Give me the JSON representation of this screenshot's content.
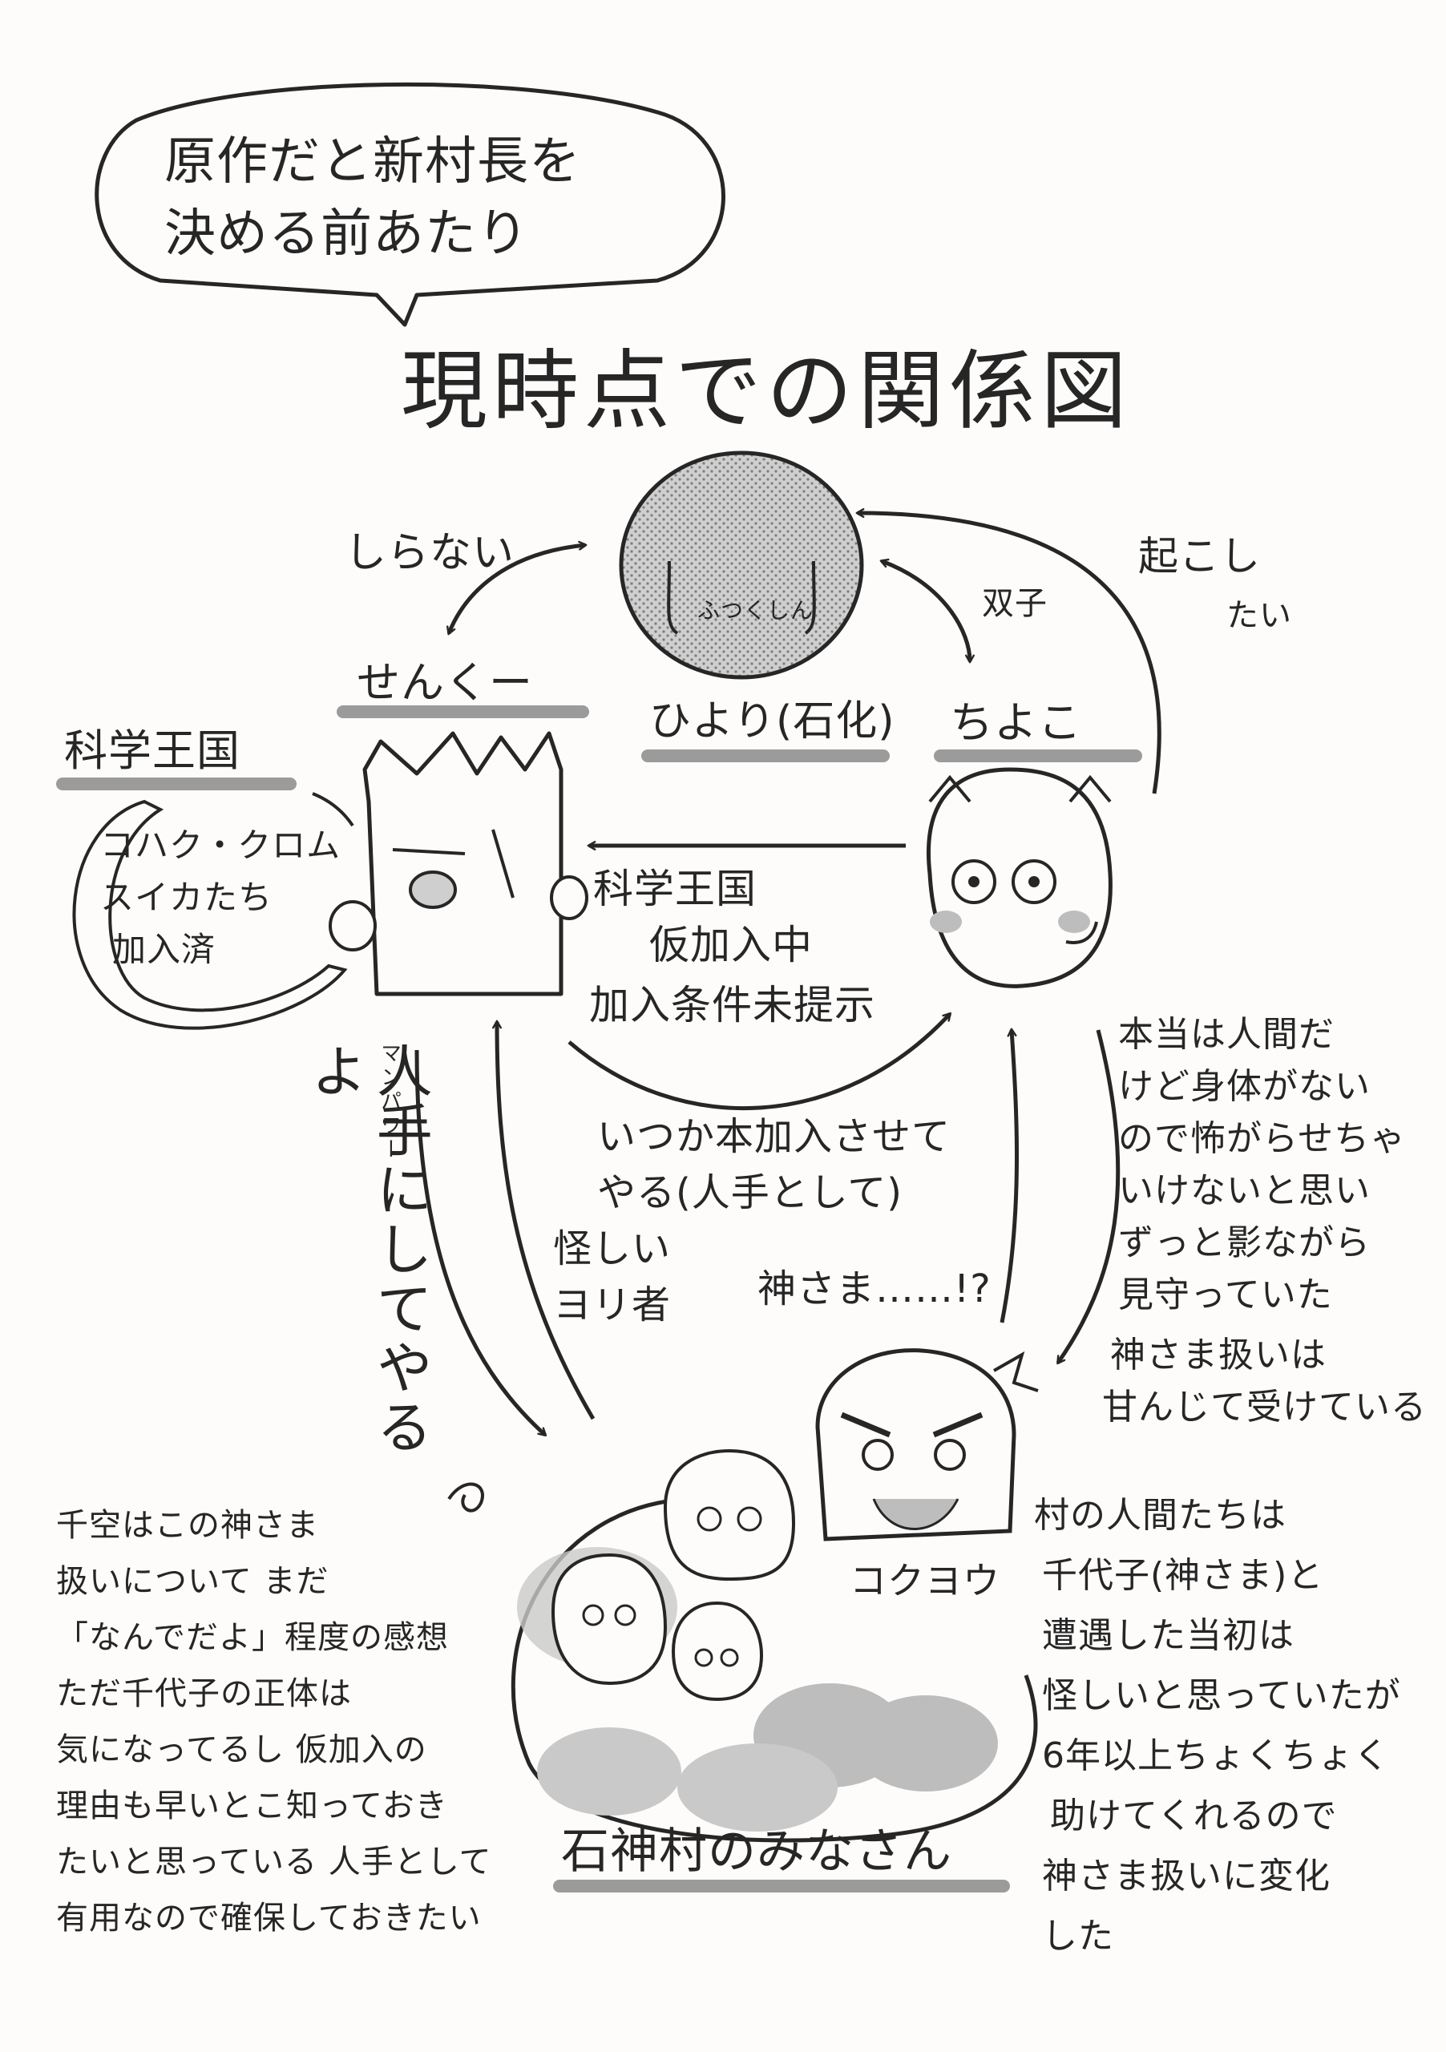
{
  "speech_bubble": {
    "line1": "原作だと新村長を",
    "line2": "決める前あたり"
  },
  "title": "現時点での関係図",
  "nodes": {
    "hiyori": {
      "face": "ふつくしん",
      "label": "ひより(石化)"
    },
    "senku": {
      "label": "せんくー"
    },
    "chiyoko": {
      "label": "ちよこ"
    },
    "kagaku_oukoku": {
      "label": "科学王国",
      "members": [
        "コハク・クロム",
        "スイカたち",
        "加入済"
      ]
    },
    "villagers": {
      "label": "石神村のみなさん",
      "kokuyou": "コクヨウ"
    }
  },
  "edges": {
    "shiranai": "しらない",
    "futago": "双子",
    "okoshitai": [
      "起こし",
      "たい"
    ],
    "kari_kanyu": [
      "科学王国",
      "仮加入中",
      "加入条件未提示"
    ],
    "honkanyu": [
      "いつか本加入させて",
      "やる(人手として)"
    ],
    "hitode": "人手にしてやるよ",
    "manpower": "マンパワー",
    "ayashii": [
      "怪しい",
      "ヨリ者"
    ],
    "kamisama": "神さま……!?"
  },
  "notes": {
    "right_top": [
      "本当は人間だ",
      "けど身体がない",
      "ので怖がらせちゃ",
      "いけないと思い",
      "ずっと影ながら",
      "見守っていた"
    ],
    "right_mid": [
      "神さま扱いは",
      "甘んじて受けている"
    ],
    "right_bottom": [
      "村の人間たちは",
      "千代子(神さま)と",
      "遭遇した当初は",
      "怪しいと思っていたが",
      "6年以上ちょくちょく",
      "助けてくれるので",
      "神さま扱いに変化",
      "した"
    ],
    "left_bottom": [
      "千空はこの神さま",
      "扱いについて まだ",
      "「なんでだよ」程度の感想",
      "ただ千代子の正体は",
      "気になってるし 仮加入の",
      "理由も早いとこ知っておき",
      "たいと思っている 人手として",
      "有用なので確保しておきたい"
    ]
  },
  "colors": {
    "ink": "#262626",
    "stone": "#c9c9c9",
    "underline": "#8a8a8a",
    "shade": "#bdbdbd"
  }
}
